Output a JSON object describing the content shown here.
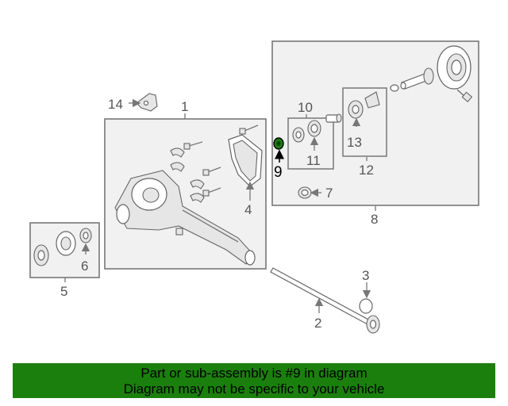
{
  "highlight_color": "#1b7f0d",
  "callouts": [
    "14",
    "1",
    "4",
    "10",
    "9",
    "11",
    "13",
    "12",
    "7",
    "8",
    "6",
    "5",
    "3",
    "2"
  ],
  "highlighted_callout": "9",
  "banner": {
    "line1": "Part or sub-assembly is #9 in diagram",
    "line2": "Diagram may not be specific to your vehicle"
  }
}
